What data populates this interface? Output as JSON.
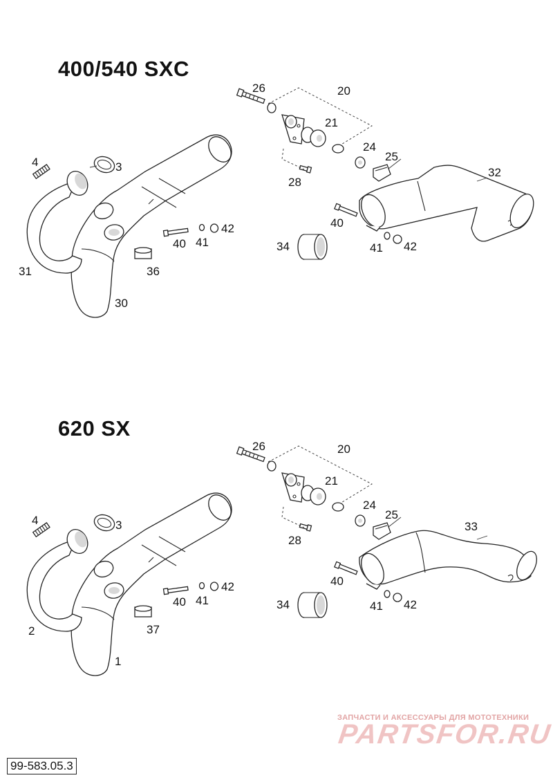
{
  "sections": [
    {
      "title": "400/540 SXC",
      "labels": [
        "26",
        "20",
        "21",
        "24",
        "25",
        "32",
        "4",
        "3",
        "28",
        "40",
        "41",
        "42",
        "34",
        "40",
        "41",
        "42",
        "31",
        "36",
        "30"
      ]
    },
    {
      "title": "620 SX",
      "labels": [
        "26",
        "20",
        "21",
        "24",
        "25",
        "33",
        "4",
        "3",
        "28",
        "40",
        "41",
        "42",
        "34",
        "40",
        "41",
        "42",
        "2",
        "37",
        "1"
      ]
    }
  ],
  "watermark": {
    "subtitle": "ЗАПЧАСТИ И АКСЕССУАРЫ ДЛЯ МОТОТЕХНИКИ",
    "brand": "PARTSFOR.RU"
  },
  "reference": "99-583.05.3"
}
